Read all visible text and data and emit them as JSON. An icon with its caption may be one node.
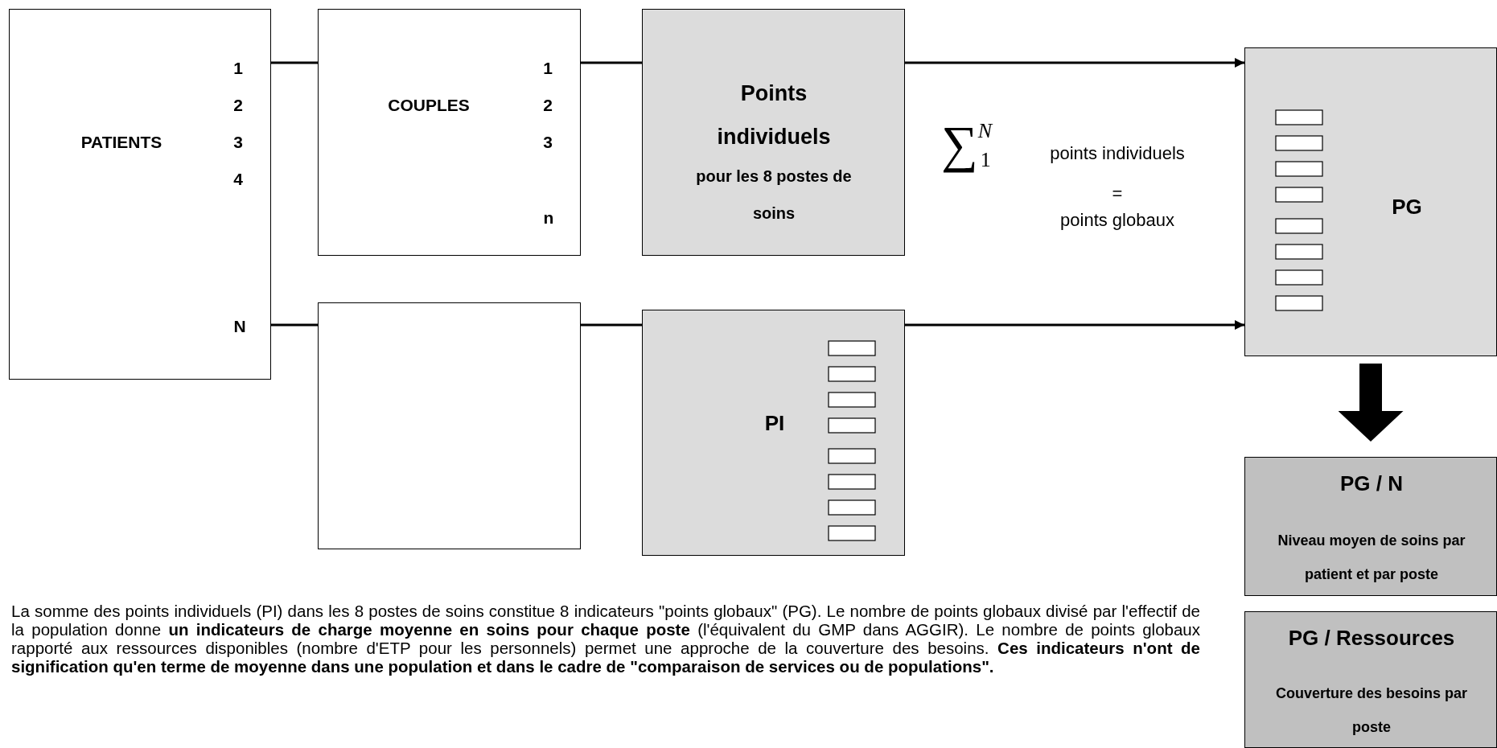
{
  "diagram": {
    "nodes": [
      {
        "text": [
          "PATIENTS",
          "1",
          "2",
          "3",
          "4",
          "N"
        ]
      },
      {
        "text": [
          "COUPLES",
          "1",
          "2",
          "3",
          "n"
        ]
      },
      {
        "text": [
          "Points individuels",
          "pour les 8 postes de soins"
        ]
      },
      {
        "text": [],
        "shape": "box"
      },
      {
        "text": [
          "PI"
        ]
      },
      {
        "text": [
          "PG"
        ]
      },
      {
        "text": [
          "PG / N",
          "Niveau moyen de soins par patient et par poste"
        ]
      },
      {
        "text": [
          "PG / Ressources",
          "Couverture des besoins par poste"
        ]
      }
    ],
    "edges": [
      {
        "from": 0,
        "to": 1,
        "arrow": "none"
      },
      {
        "from": 1,
        "to": 2,
        "arrow": "none"
      },
      {
        "from": 2,
        "to": 5,
        "arrow": "to"
      },
      {
        "from": 0,
        "to": 3,
        "arrow": "none"
      },
      {
        "from": 3,
        "to": 4,
        "arrow": "none"
      },
      {
        "from": 4,
        "to": 5,
        "arrow": "to"
      },
      {
        "from": 5,
        "to": 6,
        "arrow": "to",
        "style": "thick"
      }
    ],
    "labels": [
      "∑$^{N}$$_{1}$",
      "points individuels",
      "=",
      "points globaux",
      "La somme des points individuels (PI) dans les 8 postes de soins constitue 8 indicateurs \"points globaux\" (PG). Le nombre de points globaux divisé par l'effectif de la population donne **un indicateurs de charge moyenne en soins pour chaque poste** (l'équivalent du GMP dans AGGIR). Le nombre de points globaux rapporté aux ressources disponibles (nombre d'ETP pour les personnels) permet une approche de la couverture des besoins. **Ces indicateurs n'ont de signification qu'en terme de moyenne dans une population et dans le cadre de \"comparaison de services ou de populations\".**"
    ]
  }
}
